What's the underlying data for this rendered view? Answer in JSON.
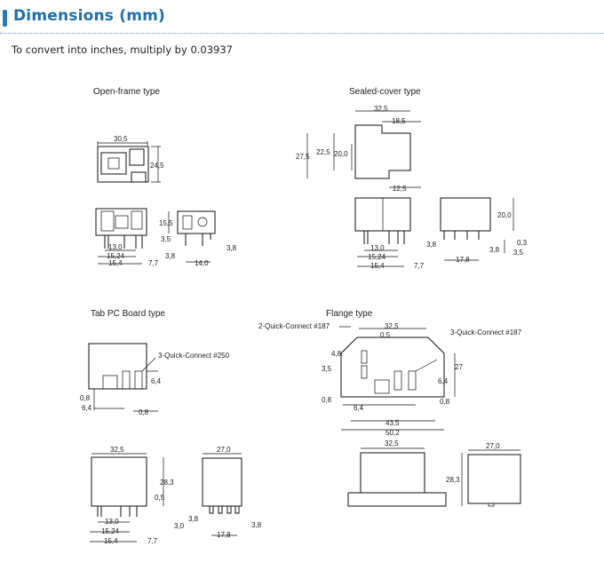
{
  "page": {
    "title": "Dimensions (mm)",
    "note": "To convert into inches, multiply by 0.03937"
  },
  "sections": {
    "open_frame": "Open-frame type",
    "sealed_cover": "Sealed-cover type",
    "tab_pc": "Tab PC Board type",
    "flange": "Flange type"
  },
  "callouts": {
    "qc250": "3-Quick-Connect #250",
    "qc187_2": "2-Quick-Connect #187",
    "qc187_3": "3-Quick-Connect #187"
  },
  "dims": {
    "of_top_w": "30,5",
    "of_top_h": "24,5",
    "of_13": "13,0",
    "of_1524": "15,24",
    "of_154": "15,4",
    "of_77": "7,7",
    "of_155": "15,5",
    "of_35": "3,5",
    "of_38a": "3,8",
    "of_38b": "3,8",
    "of_140": "14,0",
    "sc_325": "32,5",
    "sc_185": "18,5",
    "sc_275": "27,5",
    "sc_225": "22,5",
    "sc_200a": "20,0",
    "sc_125": "12,5",
    "sc_13": "13,0",
    "sc_1524": "15,24",
    "sc_154": "15,4",
    "sc_77": "7,7",
    "sc_200b": "20,0",
    "sc_38a": "3,8",
    "sc_38b": "3,8",
    "sc_178": "17,8",
    "sc_03": "0,3",
    "sc_35": "3,5",
    "tp_08a": "0,8",
    "tp_64a": "6,4",
    "tp_64b": "6,4",
    "tp_08b": "0,8",
    "tp_325": "32,5",
    "tp_283": "28,3",
    "tp_05": "0,5",
    "tp_30": "3,0",
    "tp_13": "13,0",
    "tp_1524": "15,24",
    "tp_154": "15,4",
    "tp_77": "7,7",
    "tp_270": "27,0",
    "tp_38a": "3,8",
    "tp_38b": "3,8",
    "tp_178": "17,8",
    "fl_325a": "32,5",
    "fl_05": "0,5",
    "fl_48": "4,8",
    "fl_35": "3,5",
    "fl_27": "27",
    "fl_08a": "0,8",
    "fl_64a": "6,4",
    "fl_64b": "6,4",
    "fl_08b": "0,8",
    "fl_435": "43,5",
    "fl_502": "50,2",
    "fl_325b": "32,5",
    "fl_283": "28,3",
    "fl_270": "27,0"
  }
}
